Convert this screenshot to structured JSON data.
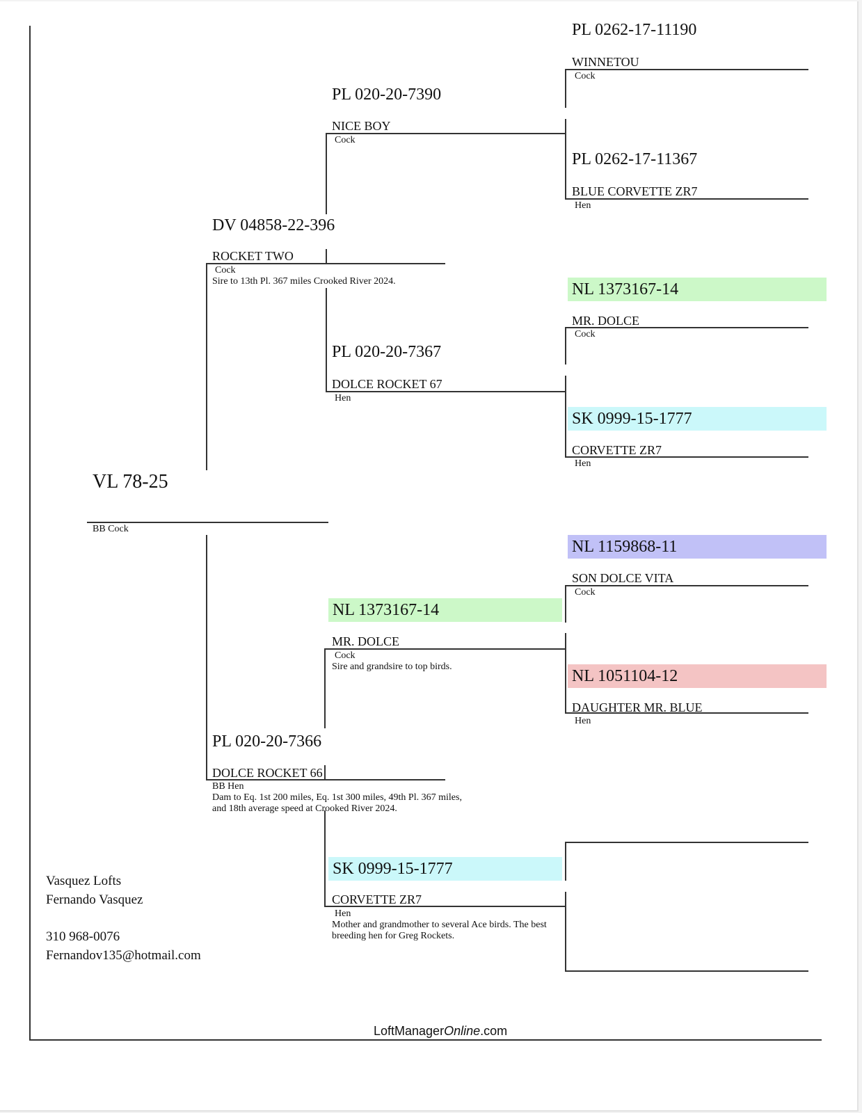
{
  "pedigree": {
    "subject": {
      "ring": "VL 78-25",
      "sex": "BB Cock"
    },
    "sire": {
      "ring": "DV 04858-22-396",
      "name": "ROCKET TWO",
      "sex": "Cock",
      "note": "Sire to 13th Pl. 367 miles Crooked River 2024."
    },
    "dam": {
      "ring": "PL 020-20-7366",
      "name": "DOLCE ROCKET 66",
      "sex": "BB Hen",
      "note": "Dam to Eq. 1st 200 miles, Eq. 1st 300 miles, 49th Pl. 367 miles, and 18th average speed at Crooked River 2024."
    },
    "sire_sire": {
      "ring": "PL 020-20-7390",
      "name": "NICE BOY",
      "sex": "Cock"
    },
    "sire_dam": {
      "ring": "PL 020-20-7367",
      "name": "DOLCE ROCKET 67",
      "sex": "Hen"
    },
    "dam_sire": {
      "ring": "NL 1373167-14",
      "name": "MR. DOLCE",
      "sex": "Cock",
      "note": "Sire and grandsire to top birds.",
      "highlight": "#ccf8c8"
    },
    "dam_dam": {
      "ring": "SK 0999-15-1777",
      "name": "CORVETTE ZR7",
      "sex": "Hen",
      "note": "Mother and grandmother to several Ace birds. The best breeding hen for Greg Rockets.",
      "highlight": "#cbf8fa"
    },
    "ss_sire": {
      "ring": "PL 0262-17-11190",
      "name": "WINNETOU",
      "sex": "Cock"
    },
    "ss_dam": {
      "ring": "PL 0262-17-11367",
      "name": "BLUE CORVETTE ZR7",
      "sex": "Hen"
    },
    "sd_sire": {
      "ring": "NL 1373167-14",
      "name": "MR. DOLCE",
      "sex": "Cock",
      "highlight": "#ccf8c8"
    },
    "sd_dam": {
      "ring": "SK 0999-15-1777",
      "name": "CORVETTE ZR7",
      "sex": "Hen",
      "highlight": "#cbf8fa"
    },
    "ds_sire": {
      "ring": "NL 1159868-11",
      "name": "SON DOLCE VITA",
      "sex": "Cock",
      "highlight": "#c1c1f7"
    },
    "ds_dam": {
      "ring": "NL 1051104-12",
      "name": "DAUGHTER MR. BLUE",
      "sex": "Hen",
      "highlight": "#f4c4c4"
    }
  },
  "owner": {
    "loft": "Vasquez Lofts",
    "name": "Fernando Vasquez",
    "phone": "310 968-0076",
    "email": "Fernandov135@hotmail.com"
  },
  "footer": {
    "brand_a": "LoftManager",
    "brand_b": "Online",
    "brand_c": ".com"
  }
}
